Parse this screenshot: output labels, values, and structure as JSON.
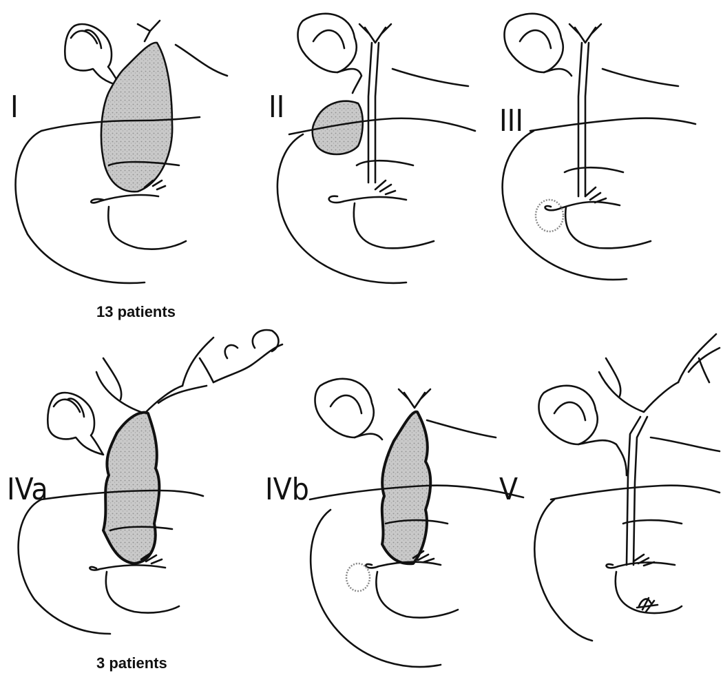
{
  "types": [
    {
      "id": "I",
      "label": "I"
    },
    {
      "id": "II",
      "label": "II"
    },
    {
      "id": "III",
      "label": "III"
    },
    {
      "id": "IVa",
      "label": "IVa"
    },
    {
      "id": "IVb",
      "label": "IVb"
    },
    {
      "id": "V",
      "label": "V"
    }
  ],
  "counts": {
    "top": "13 patients",
    "bottom": "3 patients"
  }
}
